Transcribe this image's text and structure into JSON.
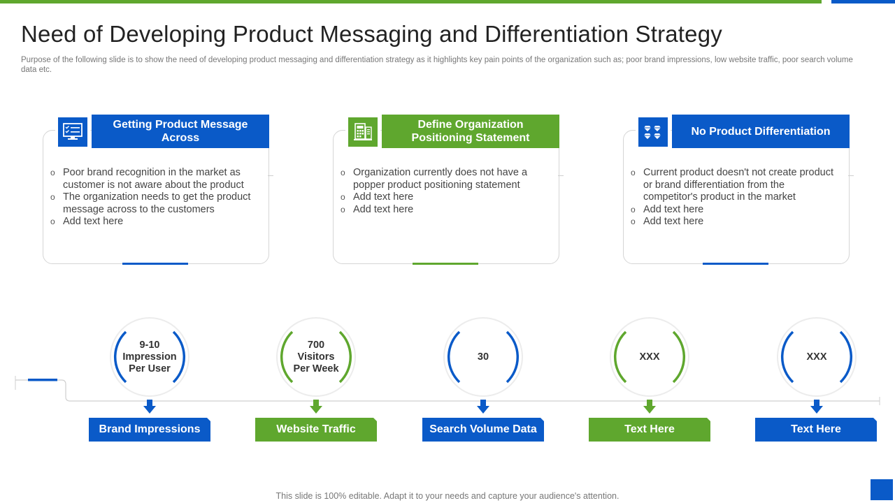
{
  "title": "Need of Developing Product Messaging and Differentiation Strategy",
  "subtitle": "Purpose of the following slide is to show the need of developing product messaging and differentiation strategy as it highlights key pain points of the organization such as; poor brand impressions, low website traffic, poor search volume data etc.",
  "colors": {
    "blue": "#0a5ac8",
    "green": "#5fa72e"
  },
  "cards": [
    {
      "header": "Getting Product Message Across",
      "icon": "monitor-checklist-icon",
      "color": "blue",
      "bullets": [
        "Poor brand recognition in the market as customer is not aware about the product",
        "The organization needs to get the product message across to the customers",
        "Add text here"
      ]
    },
    {
      "header": "Define Organization Positioning Statement",
      "icon": "calculator-document-icon",
      "color": "green",
      "bullets": [
        "Organization currently does not have a popper product positioning statement",
        "Add text here",
        "Add text here"
      ]
    },
    {
      "header": "No Product Differentiation",
      "icon": "diamonds-grid-icon",
      "color": "blue",
      "bullets": [
        "Current product doesn't not create product or brand differentiation from the competitor's product in the market",
        "Add text here",
        "Add text here"
      ]
    }
  ],
  "metrics": [
    {
      "value": "9-10\nImpression\nPer User",
      "label": "Brand Impressions",
      "color": "blue"
    },
    {
      "value": "700\nVisitors\nPer Week",
      "label": "Website Traffic",
      "color": "green"
    },
    {
      "value": "30",
      "label": "Search Volume Data",
      "color": "blue"
    },
    {
      "value": "XXX",
      "label": "Text Here",
      "color": "green"
    },
    {
      "value": "XXX",
      "label": "Text Here",
      "color": "blue"
    }
  ],
  "footer": "This slide is 100% editable. Adapt it to your needs and capture your audience's attention."
}
